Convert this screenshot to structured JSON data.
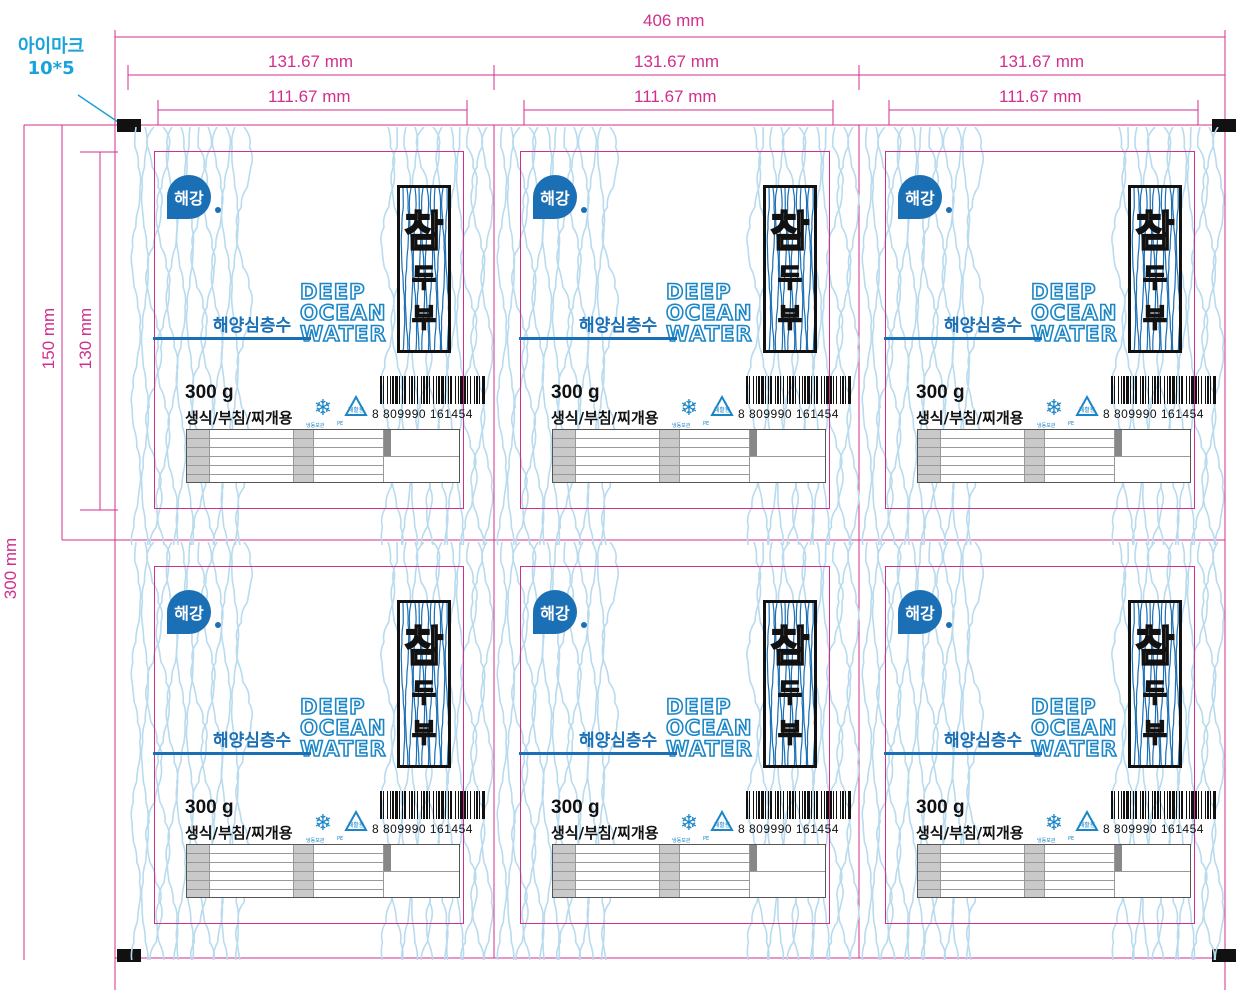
{
  "dimensions": {
    "total_width": "406 mm",
    "column_width": "131.67 mm",
    "label_width": "111.67 mm",
    "total_height": "300 mm",
    "row_height": "150 mm",
    "label_height": "130 mm"
  },
  "eyemark": {
    "line1": "아이마크",
    "line2": "10*5"
  },
  "label": {
    "brand": "해강",
    "title_main": "참",
    "title_sub": [
      "두",
      "부"
    ],
    "deep_ocean": [
      "DEEP",
      "OCEAN",
      "WATER"
    ],
    "haeyang": "해양심층수",
    "weight": "300 g",
    "usage": "생식/부침/찌개용",
    "barcode_number": "8 809990 161454",
    "cold_storage": "냉동보관",
    "recycle_mark": "재활용",
    "recycle_material": "PE"
  },
  "colors": {
    "dimension": "#d12f8c",
    "brand_blue": "#1b6fb5",
    "wave_blue": "#b9dbef",
    "eyemark_label": "#1aa3d9"
  },
  "icons": {
    "snowflake": "snowflake-icon",
    "recycle": "recycle-icon",
    "eyemark_arrow": "arrow-icon"
  }
}
